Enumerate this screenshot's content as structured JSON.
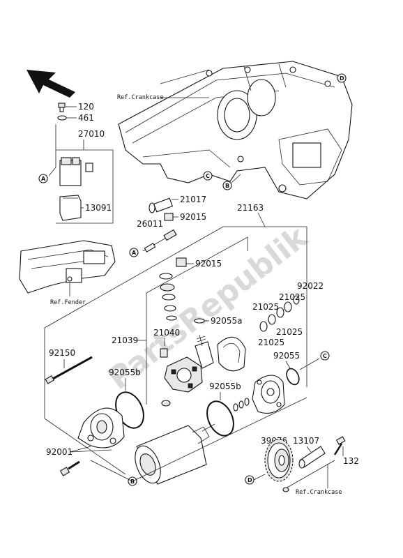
{
  "watermark": "PartsRepublik",
  "references": {
    "crankcase_top": "Ref.Crankcase",
    "fender": "Ref.Fender",
    "crankcase_bottom": "Ref.Crankcase"
  },
  "markers": {
    "A": "A",
    "B": "B",
    "C": "C",
    "D": "D"
  },
  "part_numbers": {
    "p120": "120",
    "p461": "461",
    "p27010": "27010",
    "p13091": "13091",
    "p21017": "21017",
    "p92015a": "92015",
    "p26011": "26011",
    "p21163": "21163",
    "p92015b": "92015",
    "p92022": "92022",
    "p21025a": "21025",
    "p21025b": "21025",
    "p21025c": "21025",
    "p21025d": "21025",
    "p92055a": "92055a",
    "p21040": "21040",
    "p21039": "21039",
    "p92150": "92150",
    "p92055b1": "92055b",
    "p92055": "92055",
    "p92055b2": "92055b",
    "p39076": "39076",
    "p13107": "13107",
    "p132": "132",
    "p92001": "92001"
  }
}
